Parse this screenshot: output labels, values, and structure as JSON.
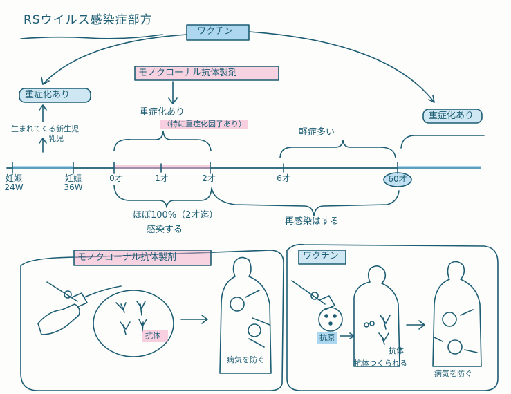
{
  "title": "RSウイルス感染症部方",
  "vaccine_top": "ワクチン",
  "monoclonal_top": "モノクローナル抗体製剤",
  "severe_left": "重症化あり",
  "newborn_line1": "生まれてくる新生児",
  "newborn_line2": "乳児",
  "severe_mid": "重症化あり",
  "severe_mid_sub": "（特に重症化因子あり）",
  "mild": "軽症多い",
  "severe_right": "重症化あり",
  "timeline_ticks": {
    "preg24_line1": "妊娠",
    "preg24_line2": "24W",
    "preg36_line1": "妊娠",
    "preg36_line2": "36W",
    "age0": "0才",
    "age1": "1才",
    "age2": "2才",
    "age6": "6才",
    "age60": "60才"
  },
  "infection_line1": "ほぼ100%（2才迄）",
  "infection_line2": "感染する",
  "reinfection": "再感染はする",
  "monoclonal_panel": {
    "label": "モノクローナル抗体製剤",
    "antibody": "抗体",
    "prevent": "病気を防ぐ"
  },
  "vaccine_panel": {
    "label": "ワクチン",
    "antigen": "抗原",
    "antibody": "抗体",
    "make_antibody": "抗体つくられる",
    "prevent": "病気を防ぐ"
  },
  "colors": {
    "ink": "#1d5d73",
    "pink": "#f2aac8",
    "blue": "#78bee6"
  }
}
